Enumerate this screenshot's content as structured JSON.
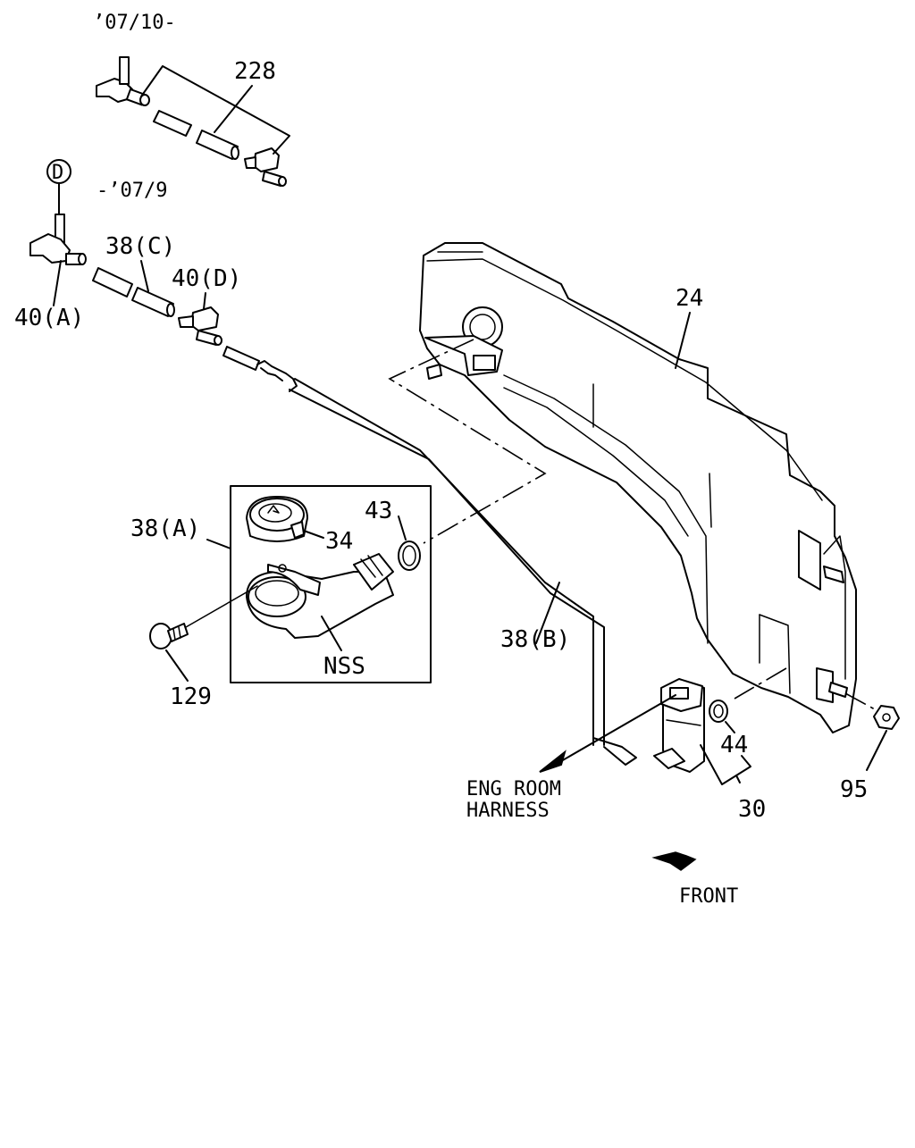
{
  "diagram": {
    "labels": {
      "range_new": "’07/10-",
      "range_old": "-’07/9",
      "callout_d": "D",
      "p228": "228",
      "p38c": "38(C)",
      "p40d": "40(D)",
      "p40a": "40(A)",
      "p24": "24",
      "p38a": "38(A)",
      "p34": "34",
      "p43": "43",
      "p38b": "38(B)",
      "pnss": "NSS",
      "p129": "129",
      "p44": "44",
      "p30": "30",
      "p95": "95",
      "harness_line1": "ENG ROOM",
      "harness_line2": "HARNESS",
      "front": "FRONT"
    }
  }
}
